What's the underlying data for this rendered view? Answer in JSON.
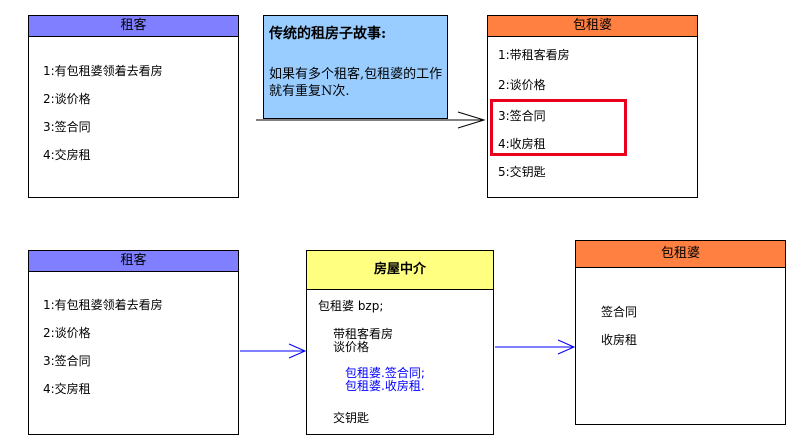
{
  "top": {
    "tenant": {
      "title": "租客",
      "items": [
        "1:有包租婆领着去看房",
        "2:谈价格",
        "3:签合同",
        "4:交房租"
      ]
    },
    "note": {
      "title": "传统的租房子故事:",
      "body": "如果有多个租客,包租婆的工作就有重复N次."
    },
    "landlady": {
      "title": "包租婆",
      "items": [
        "1:带租客看房",
        "2:谈价格",
        "3:签合同",
        "4:收房租",
        "5:交钥匙"
      ]
    }
  },
  "bottom": {
    "tenant": {
      "title": "租客",
      "items": [
        "1:有包租婆领着去看房",
        "2:谈价格",
        "3:签合同",
        "4:交房租"
      ]
    },
    "agency": {
      "title": "房屋中介",
      "field": "包租婆 bzp;",
      "steps": [
        "带租客看房",
        "谈价格"
      ],
      "calls": [
        "包租婆.签合同;",
        "包租婆.收房租."
      ],
      "last": "交钥匙"
    },
    "landlady": {
      "title": "包租婆",
      "items": [
        "签合同",
        "收房租"
      ]
    }
  },
  "colors": {
    "tenant_header": "#7f7fff",
    "landlady_header": "#ff8040",
    "agency_header": "#ffff80",
    "note_bg": "#99ccff",
    "highlight": "#e8001c",
    "arrow_blue": "#0000ff"
  }
}
